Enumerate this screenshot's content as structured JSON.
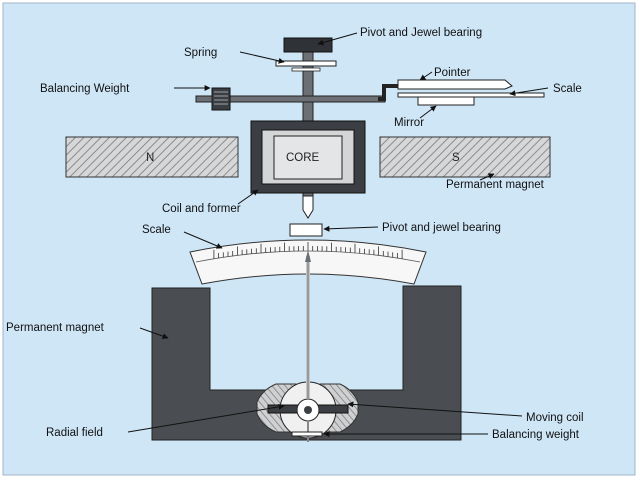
{
  "colors": {
    "background": "#cfe6f7",
    "frame": "#ffffff",
    "dark_metal": "#3b3f44",
    "magnet_gray": "#4a4e52",
    "light_gray": "#d9dadb",
    "line": "#222222"
  },
  "labels": {
    "pivot_top": "Pivot and Jewel bearing",
    "spring": "Spring",
    "pointer": "Pointer",
    "balancing_weight_top": "Balancing Weight",
    "scale_top": "Scale",
    "mirror": "Mirror",
    "pole_n": "N",
    "core": "CORE",
    "pole_s": "S",
    "permanent_magnet_top": "Permanent magnet",
    "coil_and_former": "Coil and former",
    "pivot_bottom": "Pivot and jewel bearing",
    "scale_bottom": "Scale",
    "permanent_magnet_bottom": "Permanent magnet",
    "moving_coil": "Moving coil",
    "radial_field": "Radial field",
    "balancing_weight_bottom": "Balancing weight"
  }
}
